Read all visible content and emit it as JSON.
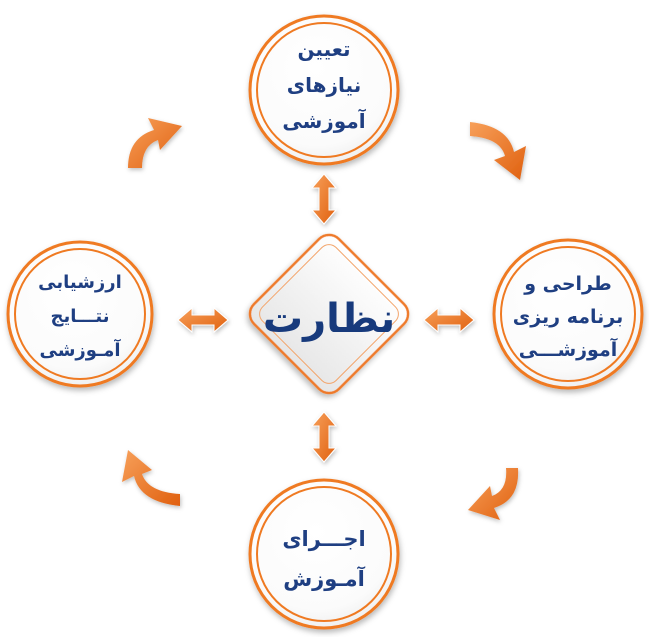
{
  "diagram": {
    "center_label": "نظارت",
    "nodes": [
      {
        "id": "top",
        "lines": [
          "تعیین",
          "نیازهای",
          "آموزشی"
        ]
      },
      {
        "id": "right",
        "lines": [
          "طراحی و",
          "برنامه ریزی",
          "آموزشـــی"
        ]
      },
      {
        "id": "bottom",
        "lines": [
          "اجـــرای",
          "آمـوزش"
        ]
      },
      {
        "id": "left",
        "lines": [
          "ارزشیابی",
          "نتـــایج",
          "آمـوزشی"
        ]
      }
    ],
    "colors": {
      "ring": "#ef7a22",
      "text": "#1f3f82",
      "arrow": "#f07a22",
      "diamond_border": "#ee7a2a"
    }
  }
}
